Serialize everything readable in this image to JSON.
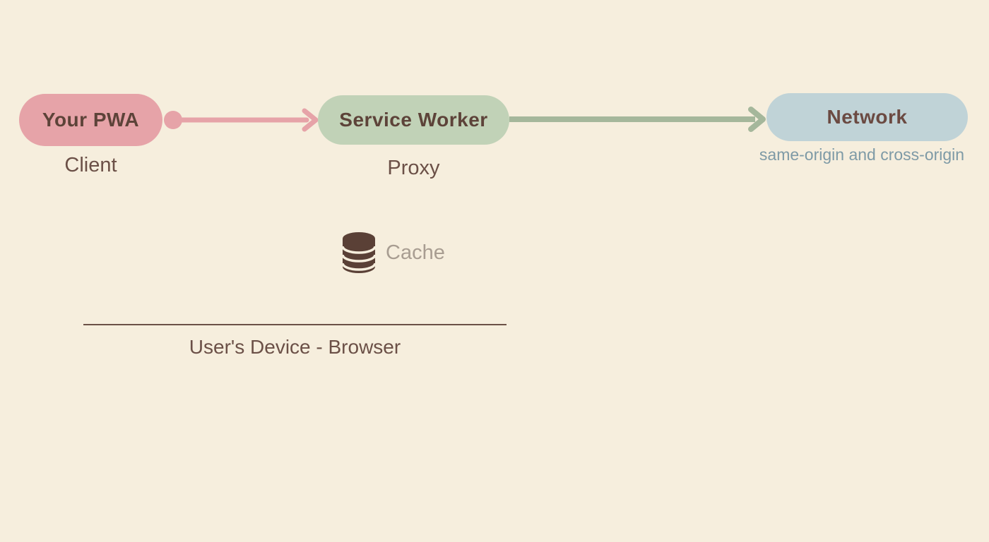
{
  "diagram": {
    "title_hint": "Service worker as a proxy between PWA client and network",
    "background_color": "#f6eedd",
    "nodes": [
      {
        "id": "pwa",
        "label": "Your PWA",
        "caption": "Client",
        "fill": "#e6a3a8",
        "text_color": "#5d4339"
      },
      {
        "id": "service_worker",
        "label": "Service Worker",
        "caption": "Proxy",
        "fill": "#c1d2b7",
        "text_color": "#5d4339"
      },
      {
        "id": "network",
        "label": "Network",
        "caption": "same-origin and cross-origin",
        "fill": "#c0d3d7",
        "text_color": "#6b4a42"
      }
    ],
    "arrows": [
      {
        "id": "pwa_to_sw",
        "from": "pwa",
        "to": "service_worker",
        "color": "#e6a3a8",
        "start_marker": "dot",
        "end_marker": "arrowhead"
      },
      {
        "id": "sw_to_network",
        "from": "service_worker",
        "to": "network",
        "color": "#a5b79b",
        "start_marker": "none",
        "end_marker": "arrowhead"
      }
    ],
    "cache": {
      "label": "Cache",
      "icon": "database-icon",
      "icon_color": "#5a4036",
      "label_color": "#a89d91"
    },
    "device_boundary": {
      "label": "User's Device - Browser",
      "line_color": "#6b5147"
    },
    "caption_color": "#6b5047",
    "origins_caption_color": "#7e9aa6"
  }
}
